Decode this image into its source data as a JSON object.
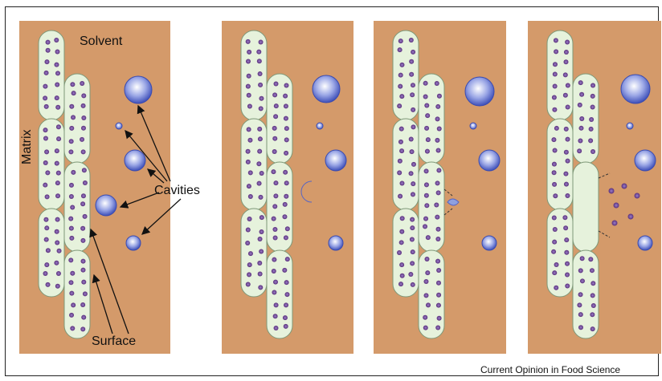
{
  "labels": {
    "solvent": "Solvent",
    "matrix": "Matrix",
    "cavities": "Cavities",
    "surface": "Surface"
  },
  "credit": "Current Opinion in Food Science",
  "colors": {
    "solvent_background": "#D49A6A",
    "particle_fill": "#E6F2DC",
    "particle_stroke": "#7E9878",
    "compound_dot": "#6B3F86",
    "cavity_bubble": "#4A5BC0"
  },
  "panels": [
    {
      "stage": "intact",
      "cavity_count": 5
    },
    {
      "stage": "cavity-collapse",
      "cavity_count": 5
    },
    {
      "stage": "micro-jet-at-surface",
      "cavity_count": 4
    },
    {
      "stage": "compound-release",
      "cavity_count": 4
    }
  ]
}
